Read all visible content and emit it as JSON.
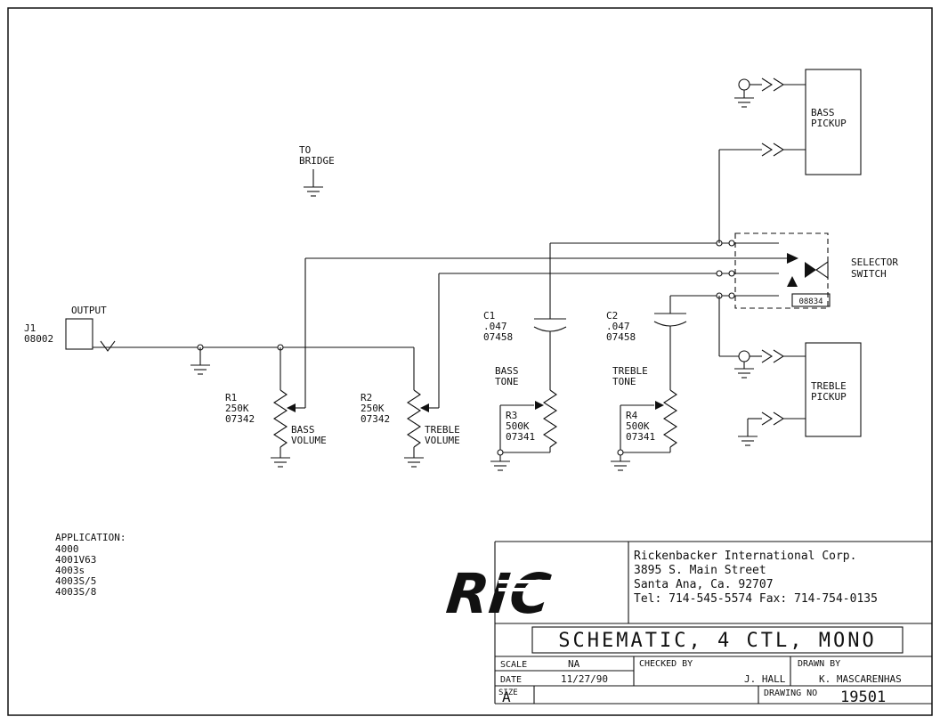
{
  "schematic": {
    "output": {
      "label": "OUTPUT",
      "ref": "J1",
      "part": "08002"
    },
    "to_bridge": {
      "line1": "TO",
      "line2": "BRIDGE"
    },
    "bass_volume": {
      "ref": "R1",
      "value": "250K",
      "part": "07342",
      "line1": "BASS",
      "line2": "VOLUME"
    },
    "treble_volume": {
      "ref": "R2",
      "value": "250K",
      "part": "07342",
      "line1": "TREBLE",
      "line2": "VOLUME"
    },
    "bass_tone_cap": {
      "ref": "C1",
      "value": ".047",
      "part": "07458"
    },
    "treble_tone_cap": {
      "ref": "C2",
      "value": ".047",
      "part": "07458"
    },
    "bass_tone": {
      "ref": "R3",
      "value": "500K",
      "part": "07341",
      "line1": "BASS",
      "line2": "TONE"
    },
    "treble_tone": {
      "ref": "R4",
      "value": "500K",
      "part": "07341",
      "line1": "TREBLE",
      "line2": "TONE"
    },
    "selector_switch": {
      "line1": "SELECTOR",
      "line2": "SWITCH",
      "part": "08834"
    },
    "bass_pickup": {
      "line1": "BASS",
      "line2": "PICKUP"
    },
    "treble_pickup": {
      "line1": "TREBLE",
      "line2": "PICKUP"
    }
  },
  "application": {
    "heading": "APPLICATION:",
    "models": [
      "4000",
      "4001V63",
      "4003s",
      "4003S/5",
      "4003S/8"
    ]
  },
  "title_block": {
    "logo": "RIC",
    "company_name": "Rickenbacker International Corp.",
    "address_line1": "3895 S. Main Street",
    "address_line2": "Santa Ana, Ca. 92707",
    "contact_line": "Tel: 714-545-5574  Fax: 714-754-0135",
    "title": "SCHEMATIC, 4 CTL, MONO",
    "scale_label": "SCALE",
    "scale_value": "NA",
    "date_label": "DATE",
    "date_value": "11/27/90",
    "checked_by_label": "CHECKED BY",
    "checked_by_value": "J. HALL",
    "drawn_by_label": "DRAWN BY",
    "drawn_by_value": "K. MASCARENHAS",
    "size_label": "SIZE",
    "size_value": "A",
    "drawing_no_label": "DRAWING NO",
    "drawing_no_value": "19501"
  }
}
